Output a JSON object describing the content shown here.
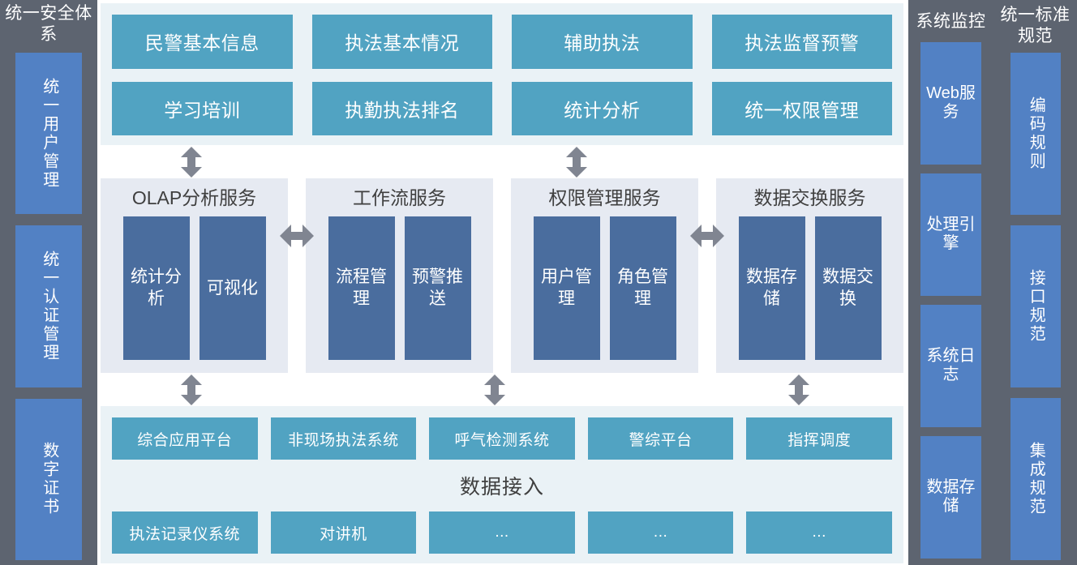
{
  "colors": {
    "sidebar_gray": "#5d6470",
    "sidebar_blue": "#5281c4",
    "teal": "#51a3c2",
    "dark_blue": "#4a6d9e",
    "panel_light": "#eaf2f6",
    "service_panel": "#e6eaf2",
    "arrow_gray": "#808591",
    "text_dark": "#3f3f3f",
    "text_light": "#ffffff"
  },
  "left_sidebar": {
    "title": "统一安全体系",
    "items": [
      {
        "label": "统一用户管理"
      },
      {
        "label": "统一认证管理"
      },
      {
        "label": "数字证书"
      }
    ]
  },
  "application_layer": {
    "tiles": [
      {
        "label": "民警基本信息"
      },
      {
        "label": "执法基本情况"
      },
      {
        "label": "辅助执法"
      },
      {
        "label": "执法监督预警"
      },
      {
        "label": "学习培训"
      },
      {
        "label": "执勤执法排名"
      },
      {
        "label": "统计分析"
      },
      {
        "label": "统一权限管理"
      }
    ]
  },
  "service_layer": {
    "panels": [
      {
        "title": "OLAP分析服务",
        "boxes": [
          {
            "label": "统计分析"
          },
          {
            "label": "可视化"
          }
        ]
      },
      {
        "title": "工作流服务",
        "boxes": [
          {
            "label": "流程管理"
          },
          {
            "label": "预警推送"
          }
        ]
      },
      {
        "title": "权限管理服务",
        "boxes": [
          {
            "label": "用户管理"
          },
          {
            "label": "角色管理"
          }
        ]
      },
      {
        "title": "数据交换服务",
        "boxes": [
          {
            "label": "数据存储"
          },
          {
            "label": "数据交换"
          }
        ]
      }
    ]
  },
  "data_layer": {
    "center_label": "数据接入",
    "row_top": [
      {
        "label": "综合应用平台"
      },
      {
        "label": "非现场执法系统"
      },
      {
        "label": "呼气检测系统"
      },
      {
        "label": "警综平台"
      },
      {
        "label": "指挥调度"
      }
    ],
    "row_bottom": [
      {
        "label": "执法记录仪系统"
      },
      {
        "label": "对讲机"
      },
      {
        "label": "..."
      },
      {
        "label": "..."
      },
      {
        "label": "..."
      }
    ]
  },
  "monitor_sidebar": {
    "title": "系统监控",
    "items": [
      {
        "label": "Web服务"
      },
      {
        "label": "处理引擎"
      },
      {
        "label": "系统日志"
      },
      {
        "label": "数据存储"
      }
    ]
  },
  "standard_sidebar": {
    "title": "统一标准规范",
    "items": [
      {
        "label": "编码规则"
      },
      {
        "label": "接口规范"
      },
      {
        "label": "集成规范"
      }
    ]
  },
  "arrows": {
    "vertical_icon": "double-arrow-vertical-icon",
    "horizontal_icon": "double-arrow-horizontal-icon"
  }
}
